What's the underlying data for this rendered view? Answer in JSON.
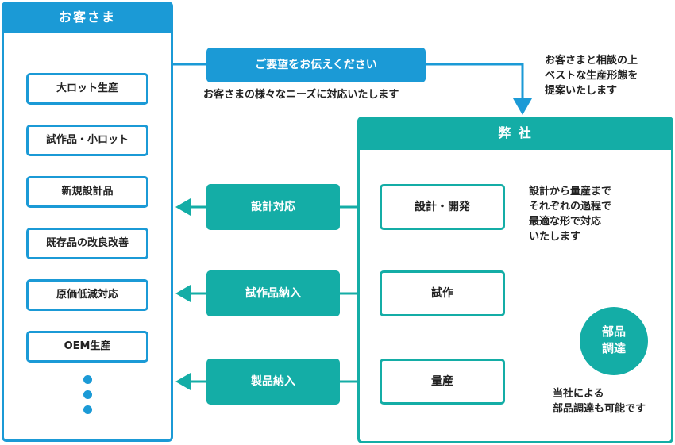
{
  "colors": {
    "blue": "#1b9ad6",
    "teal": "#14ada6"
  },
  "customer": {
    "title": "お客さま",
    "services": [
      "大ロット生産",
      "試作品・小ロット",
      "新規設計品",
      "既存品の改良改善",
      "原価低減対応",
      "OEM生産"
    ]
  },
  "request": {
    "label": "ご要望をお伝えください",
    "caption": "お客さまの様々なニーズに対応いたします"
  },
  "proposal_note": "お客さまと相談の上\nベストな生産形態を\n提案いたします",
  "company": {
    "title": "弊 社",
    "steps": [
      "設計・開発",
      "試作",
      "量産"
    ],
    "design_note": "設計から量産まで\nそれぞれの過程で\n最適な形で対応\nいたします"
  },
  "deliveries": [
    "設計対応",
    "試作品納入",
    "製品納入"
  ],
  "procurement": {
    "label": "部品\n調達",
    "note": "当社による\n部品調達も可能です"
  }
}
